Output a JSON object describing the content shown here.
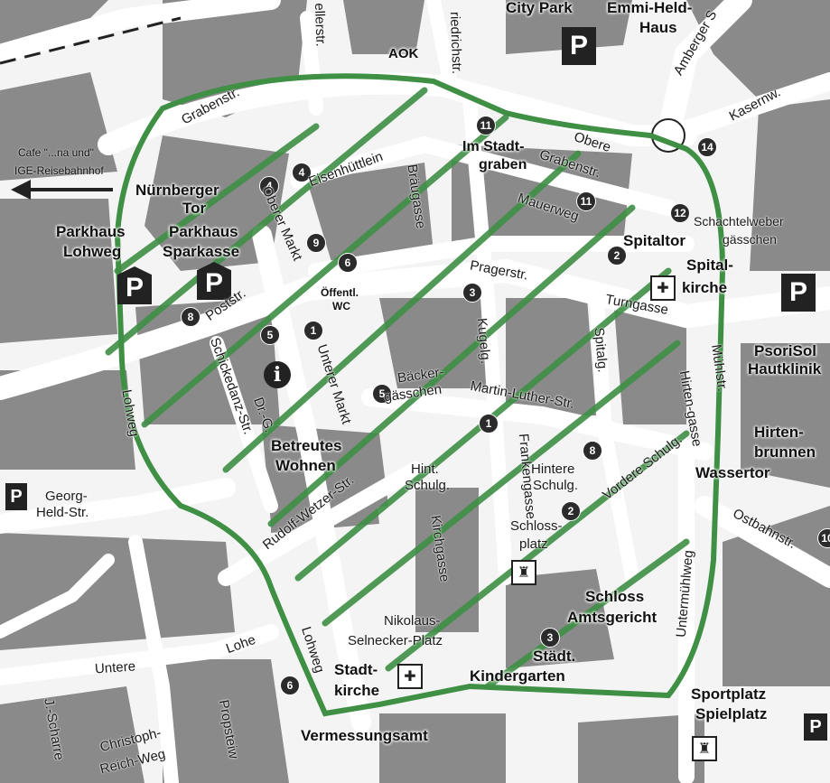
{
  "map": {
    "streets": {
      "grabenstr": "Grabenstr.",
      "eisenhuttlein": "Eisenhüttlein",
      "brauggasse": "Bräugasse",
      "obere_grabenstr_1": "Obere",
      "obere_grabenstr_2": "Grabenstr.",
      "mauerweg": "Mauerweg",
      "pragerstr": "Pragerstr.",
      "turngasse": "Turngasse",
      "poststr": "Poststr.",
      "schickedanz": "Schickedanz-Str.",
      "unterer_markt": "Unterer Markt",
      "oberer_markt": "Oberer Markt",
      "backergasschen_1": "Bäcker-",
      "backergasschen_2": "gässchen",
      "martin_luther": "Martin-Luther-Str.",
      "kugelg": "Kugelg.",
      "spitalg": "Spitalg.",
      "frankengasse": "Frankengasse",
      "hint_schulg_1": "Hint.",
      "hint_schulg_2": "Schulg.",
      "hintere_schulg_1": "Hintere",
      "hintere_schulg_2": "Schulg.",
      "vordere_schulg": "Vordere Schulg.",
      "hirtengasse": "Hirten-gasse",
      "muhlstr": "Mühlstr.",
      "lohweg_1": "Lohweg",
      "lohweg_2": "Lohweg",
      "georg_held_1": "Georg-",
      "georg_held_2": "Held-Str.",
      "rudolf_wetzer": "Rudolf-Wetzer-Str.",
      "kirchgasse": "Kirchgasse",
      "untermuhlweg": "Untermühlweg",
      "ostbahnstr": "Ostbahnstr.",
      "kasernw": "Kasernw.",
      "amberger": "Amberger S",
      "friedrichstr": "riedrichstr.",
      "kellerstr": "ellerstr.",
      "untere_lohe_1": "Untere",
      "untere_lohe_2": "Lohe",
      "christoph_1": "Christoph-",
      "christoph_2": "Reich-Weg",
      "propsteiw": "Propsteiw",
      "j_scharre": "J.-Scharre",
      "dr_g": "Dr.-G."
    },
    "places": {
      "city_park": "City Park",
      "emmi_1": "Emmi-Held-",
      "emmi_2": "Haus",
      "aok": "AOK",
      "cafe_1": "Cafe \"...na und\"",
      "cafe_2": "IGE-Reisebahnhof",
      "nurnberger_1": "Nürnberger",
      "nurnberger_2": "Tor",
      "parkhaus_lohweg_1": "Parkhaus",
      "parkhaus_lohweg_2": "Lohweg",
      "parkhaus_sparkasse_1": "Parkhaus",
      "parkhaus_sparkasse_2": "Sparkasse",
      "im_stadtgraben_1": "Im Stadt-",
      "im_stadtgraben_2": "graben",
      "spitaltor": "Spitaltor",
      "spitalkirche_1": "Spital-",
      "spitalkirche_2": "kirche",
      "schachtelweber_1": "Schachtelweber",
      "schachtelweber_2": "gässchen",
      "psorisol_1": "PsoriSol",
      "psorisol_2": "Hautklinik",
      "offentl_wc_1": "Öffentl.",
      "offentl_wc_2": "WC",
      "hirtenbrunnen_1": "Hirten-",
      "hirtenbrunnen_2": "brunnen",
      "wassertor": "Wassertor",
      "betreutes_1": "Betreutes",
      "betreutes_2": "Wohnen",
      "schlossplatz_1": "Schloss-",
      "schlossplatz_2": "platz",
      "schloss": "Schloss",
      "amtsgericht": "Amtsgericht",
      "nikolaus_1": "Nikolaus-",
      "nikolaus_2": "Selnecker-Platz",
      "stadtkirche_1": "Stadt-",
      "stadtkirche_2": "kirche",
      "kindergarten_1": "Städt.",
      "kindergarten_2": "Kindergarten",
      "sportplatz": "Sportplatz",
      "spielplatz": "Spielplatz",
      "vermessungsamt": "Vermessungsamt"
    },
    "markers": [
      "11",
      "4",
      "4",
      "9",
      "6",
      "3",
      "1",
      "5",
      "1",
      "8",
      "2",
      "11",
      "12",
      "14",
      "2",
      "3",
      "6",
      "8",
      "5",
      "10"
    ],
    "symbols": {
      "parking": "P",
      "info": "i"
    },
    "colors": {
      "route": "#3f8f45",
      "building": "#8a8a8a",
      "road": "#ffffff",
      "ground": "#f4f4f4"
    }
  }
}
